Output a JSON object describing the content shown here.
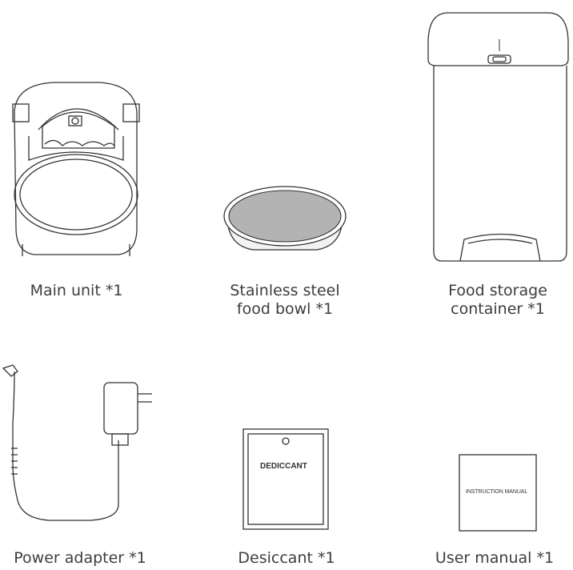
{
  "items": [
    {
      "caption": "Main unit  *1",
      "icon": "main-unit"
    },
    {
      "caption": "Stainless steel\nfood bowl *1",
      "icon": "food-bowl"
    },
    {
      "caption": "Food storage\ncontainer *1",
      "icon": "storage-container"
    },
    {
      "caption": "Power adapter *1",
      "icon": "power-adapter"
    },
    {
      "caption": "Desiccant *1",
      "icon": "desiccant",
      "label": "DEDICCANT"
    },
    {
      "caption": "User manual *1",
      "icon": "user-manual",
      "label": "INSTRUCTION MANUAL"
    }
  ]
}
